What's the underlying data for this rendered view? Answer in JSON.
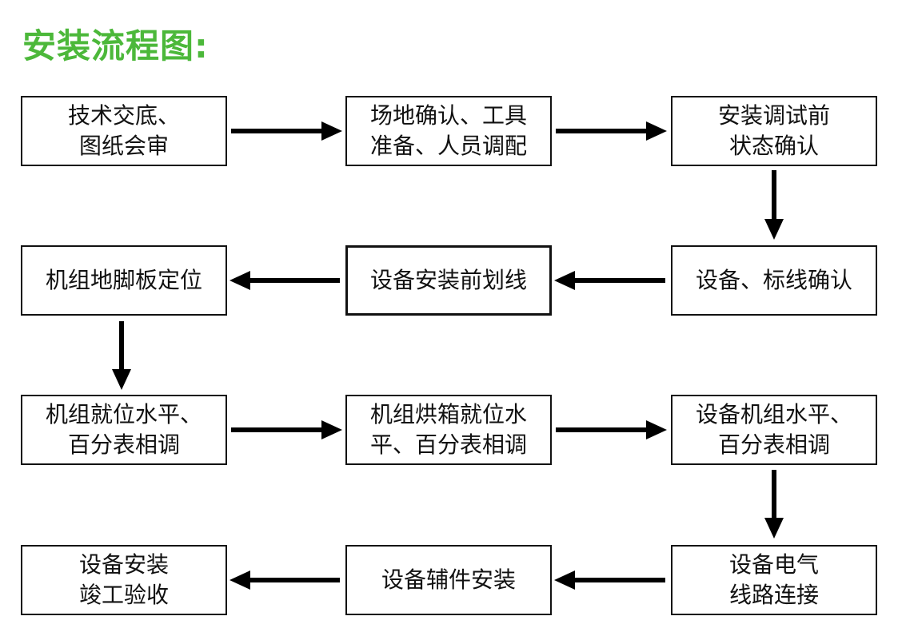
{
  "title": "安装流程图:",
  "colors": {
    "title": "#4cb83a",
    "border": "#111111",
    "arrow": "#000000"
  },
  "steps": [
    "技术交底、\n图纸会审",
    "场地确认、工具\n准备、人员调配",
    "安装调试前\n状态确认",
    "设备、标线确认",
    "设备安装前划线",
    "机组地脚板定位",
    "机组就位水平、\n百分表相调",
    "机组烘箱就位水\n平、百分表相调",
    "设备机组水平、\n百分表相调",
    "设备电气\n线路连接",
    "设备辅件安装",
    "设备安装\n竣工验收"
  ]
}
